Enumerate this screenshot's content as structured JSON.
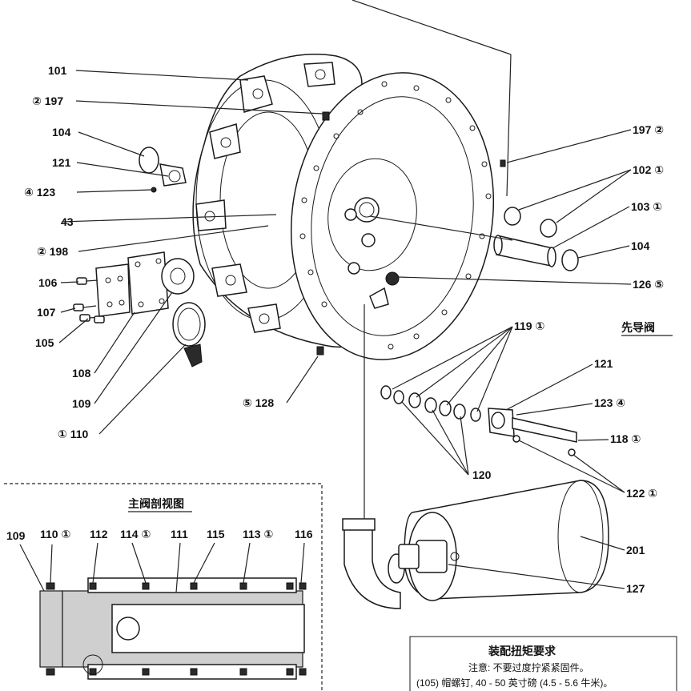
{
  "callouts": [
    {
      "id": "c101",
      "text": "101"
    },
    {
      "id": "c197a",
      "text": "② 197"
    },
    {
      "id": "c104a",
      "text": "104"
    },
    {
      "id": "c121a",
      "text": "121"
    },
    {
      "id": "c123a",
      "text": "④ 123"
    },
    {
      "id": "c43",
      "text": "43"
    },
    {
      "id": "c198",
      "text": "② 198"
    },
    {
      "id": "c106",
      "text": "106"
    },
    {
      "id": "c107",
      "text": "107"
    },
    {
      "id": "c105",
      "text": "105"
    },
    {
      "id": "c108",
      "text": "108"
    },
    {
      "id": "c109a",
      "text": "109"
    },
    {
      "id": "c110a",
      "text": "① 110"
    },
    {
      "id": "c128",
      "text": "⑤ 128"
    },
    {
      "id": "c197b",
      "text": "197 ②"
    },
    {
      "id": "c102",
      "text": "102 ①"
    },
    {
      "id": "c103",
      "text": "103 ①"
    },
    {
      "id": "c104b",
      "text": "104"
    },
    {
      "id": "c126",
      "text": "126 ⑤"
    },
    {
      "id": "c119",
      "text": "119 ①"
    },
    {
      "id": "c121b",
      "text": "121"
    },
    {
      "id": "c123b",
      "text": "123 ④"
    },
    {
      "id": "c118",
      "text": "118 ①"
    },
    {
      "id": "c120",
      "text": "120"
    },
    {
      "id": "c122",
      "text": "122 ①"
    },
    {
      "id": "c201",
      "text": "201"
    },
    {
      "id": "c127",
      "text": "127"
    }
  ],
  "pilot_valve_title": "先导阀",
  "section_view": {
    "title": "主阀剖视图",
    "labels": [
      {
        "id": "s109",
        "text": "109"
      },
      {
        "id": "s110",
        "text": "110 ①"
      },
      {
        "id": "s112",
        "text": "112"
      },
      {
        "id": "s114",
        "text": "114 ①"
      },
      {
        "id": "s111",
        "text": "111"
      },
      {
        "id": "s115",
        "text": "115"
      },
      {
        "id": "s113",
        "text": "113 ①"
      },
      {
        "id": "s116",
        "text": "116"
      }
    ]
  },
  "torque_box": {
    "title": "装配扭矩要求",
    "note": "注意: 不要过度拧紧紧固件。",
    "line1": "(105) 帽螺钉, 40 - 50 英寸磅 (4.5 - 5.6 牛米)。"
  },
  "colors": {
    "line": "#222222",
    "fill": "#ffffff",
    "shade": "#cfcfcf"
  }
}
